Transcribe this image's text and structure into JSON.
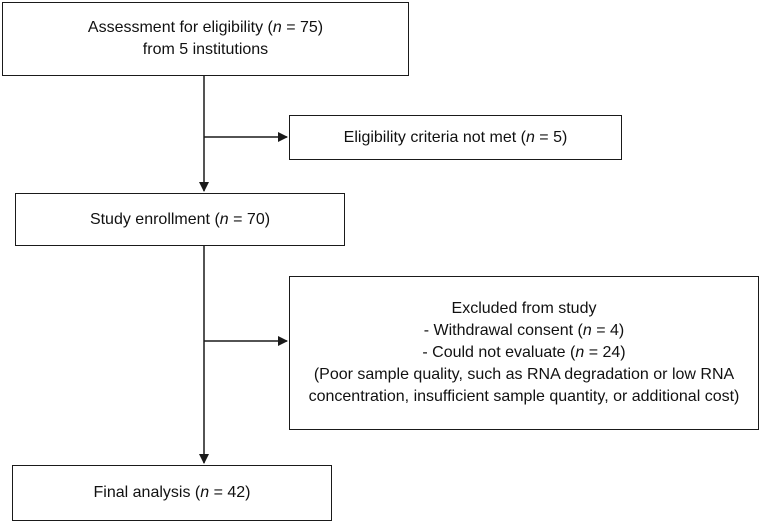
{
  "flow": {
    "assessment": {
      "text_before_n": "Assessment for eligibility (",
      "n_symbol": "n",
      "text_after_n": " = 75)",
      "line2": "from 5 institutions"
    },
    "ineligible": {
      "text_before_n": "Eligibility criteria not met (",
      "n_symbol": "n",
      "text_after_n": " = 5)"
    },
    "enrollment": {
      "text_before_n": "Study enrollment (",
      "n_symbol": "n",
      "text_after_n": " = 70)"
    },
    "excluded": {
      "heading": "Excluded from study",
      "withdrawal": {
        "text_before_n": "- Withdrawal consent (",
        "n_symbol": "n",
        "text_after_n": " = 4)"
      },
      "not_evaluated": {
        "text_before_n": "- Could not evaluate (",
        "n_symbol": "n",
        "text_after_n": " = 24)"
      },
      "reasons": "(Poor sample quality, such as RNA degradation or low RNA concentration, insufficient sample quantity, or additional cost)"
    },
    "final": {
      "text_before_n": "Final analysis (",
      "n_symbol": "n",
      "text_after_n": " = 42)"
    }
  }
}
